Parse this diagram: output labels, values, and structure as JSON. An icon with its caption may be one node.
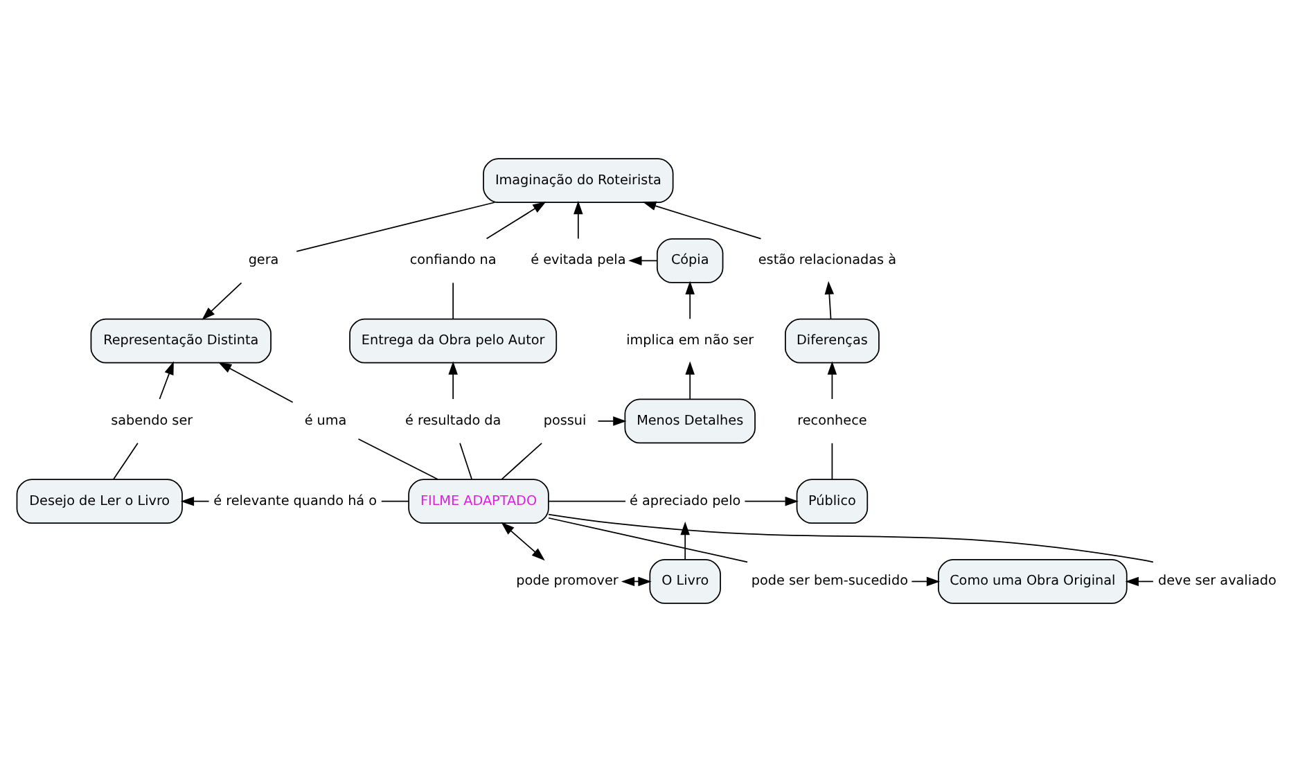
{
  "diagram": {
    "nodes": [
      {
        "text": [
          "Imaginação do Roteirista"
        ]
      },
      {
        "text": [
          "gera"
        ]
      },
      {
        "text": [
          "confiando na"
        ]
      },
      {
        "text": [
          "é evitada pela"
        ]
      },
      {
        "text": [
          "estão relacionadas à"
        ]
      },
      {
        "text": [
          "Cópia"
        ]
      },
      {
        "text": [
          "Entrega da Obra pelo Autor"
        ]
      },
      {
        "text": [
          "Representação Distinta"
        ]
      },
      {
        "text": [
          "implica em não ser"
        ]
      },
      {
        "text": [
          "Diferenças"
        ]
      },
      {
        "text": [
          "sabendo ser"
        ]
      },
      {
        "text": [
          "é uma"
        ]
      },
      {
        "text": [
          "é resultado da"
        ]
      },
      {
        "text": [
          "possui"
        ]
      },
      {
        "text": [
          "Menos Detalhes"
        ]
      },
      {
        "text": [
          "reconhece"
        ]
      },
      {
        "text": [
          "Desejo de Ler o Livro"
        ]
      },
      {
        "text": [
          "é relevante quando há o"
        ]
      },
      {
        "text": [
          "FILME ADAPTADO"
        ]
      },
      {
        "text": [
          "Público"
        ]
      },
      {
        "text": [
          "é apreciado pelo"
        ]
      },
      {
        "text": [
          "pode promover"
        ]
      },
      {
        "text": [
          "pode ser bem-sucedido"
        ]
      },
      {
        "text": [
          "deve ser avaliado"
        ]
      },
      {
        "text": [
          "O Livro"
        ]
      },
      {
        "text": [
          "Como uma Obra Original"
        ]
      }
    ],
    "edges": [
      {
        "from": 0,
        "to": 1,
        "arrow": "none"
      },
      {
        "from": 1,
        "to": 7,
        "arrow": "to"
      },
      {
        "from": 6,
        "to": 2,
        "arrow": "none"
      },
      {
        "from": 2,
        "to": 0,
        "arrow": "to"
      },
      {
        "from": 5,
        "to": 3,
        "arrow": "to"
      },
      {
        "from": 3,
        "to": 0,
        "arrow": "to"
      },
      {
        "from": 9,
        "to": 4,
        "arrow": "to"
      },
      {
        "from": 4,
        "to": 0,
        "arrow": "to"
      },
      {
        "from": 14,
        "to": 8,
        "arrow": "to"
      },
      {
        "from": 8,
        "to": 5,
        "arrow": "to"
      },
      {
        "from": 16,
        "to": 10,
        "arrow": "none"
      },
      {
        "from": 10,
        "to": 7,
        "arrow": "to"
      },
      {
        "from": 18,
        "to": 11,
        "arrow": "none"
      },
      {
        "from": 11,
        "to": 7,
        "arrow": "to"
      },
      {
        "from": 18,
        "to": 12,
        "arrow": "none"
      },
      {
        "from": 12,
        "to": 6,
        "arrow": "to"
      },
      {
        "from": 18,
        "to": 13,
        "arrow": "none"
      },
      {
        "from": 13,
        "to": 14,
        "arrow": "to"
      },
      {
        "from": 19,
        "to": 15,
        "arrow": "none"
      },
      {
        "from": 15,
        "to": 9,
        "arrow": "to"
      },
      {
        "from": 18,
        "to": 17,
        "arrow": "none"
      },
      {
        "from": 17,
        "to": 16,
        "arrow": "to"
      },
      {
        "from": 18,
        "to": 20,
        "arrow": "none"
      },
      {
        "from": 20,
        "to": 19,
        "arrow": "to"
      },
      {
        "from": 24,
        "to": 20,
        "arrow": "to"
      },
      {
        "from": 18,
        "to": 21,
        "arrow": "both"
      },
      {
        "from": 21,
        "to": 24,
        "arrow": "both"
      },
      {
        "from": 18,
        "to": 22,
        "arrow": "none"
      },
      {
        "from": 22,
        "to": 25,
        "arrow": "to"
      },
      {
        "from": 18,
        "to": 23,
        "arrow": "none"
      },
      {
        "from": 23,
        "to": 25,
        "arrow": "to"
      }
    ]
  }
}
